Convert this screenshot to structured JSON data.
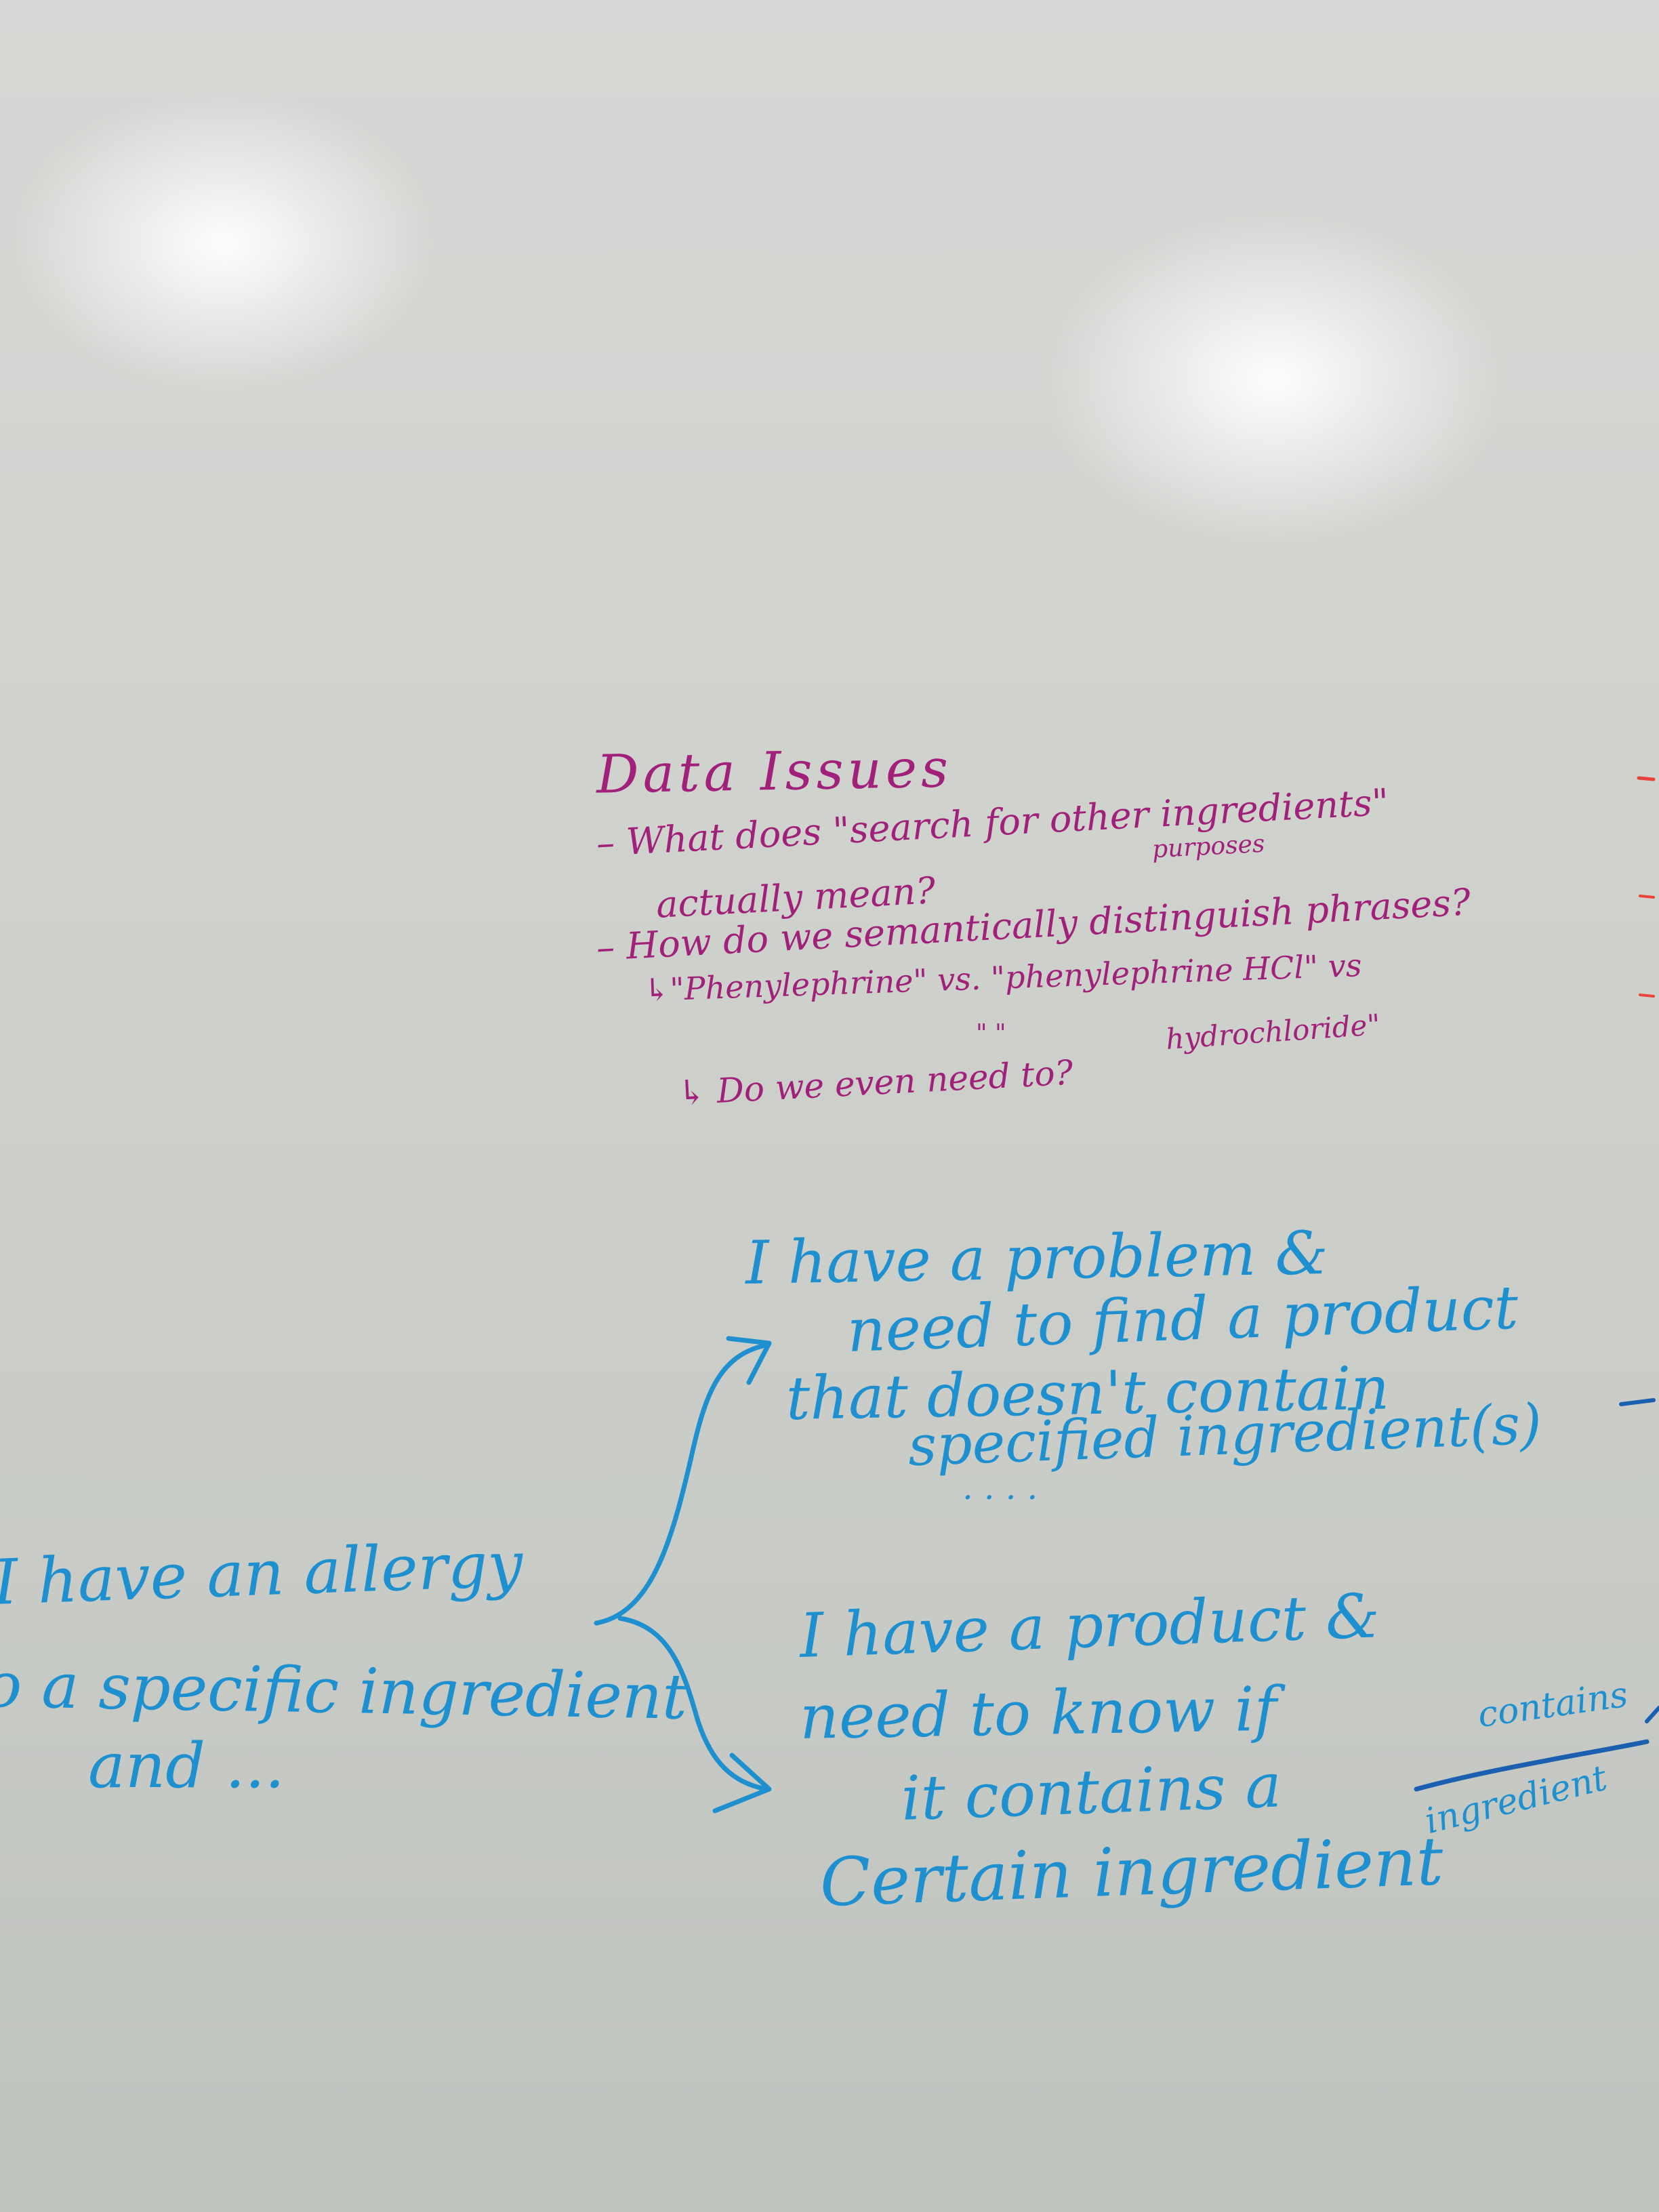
{
  "whiteboard": {
    "data_issues": {
      "title": "Data Issues",
      "line1": "– What does \"search for other ingredients\"",
      "line1_insert": "purposes",
      "line2": "actually mean?",
      "line3": "– How do we semantically distinguish phrases?",
      "line4": "↳\"Phenylephrine\" vs. \"phenylephrine HCl\" vs",
      "line5_ditto": "\"     \"",
      "line5": "hydrochloride\"",
      "line6": "↳ Do we even need to?"
    },
    "problem_branch": {
      "line1": "I have a problem  &",
      "line2": "need to find a product",
      "line3": "that doesn't contain",
      "line4": "specified ingredient(s)",
      "trailing_dots": ". . . ."
    },
    "allergy_root": {
      "line1": "I have an allergy",
      "line2": "to a specific ingredient",
      "line3": "and ..."
    },
    "product_branch": {
      "line1": "I have a product &",
      "line2": "need to know if",
      "line3": "it contains a",
      "line4": "Certain ingredient"
    },
    "side_note": {
      "top": "contains",
      "bottom": "ingredient"
    },
    "colors": {
      "board": "#cfd2ce",
      "pink_marker": "#a0207a",
      "blue_marker": "#1e8fcf",
      "red_marker": "#e8443a",
      "dark_blue_marker": "#1a5fb0"
    }
  }
}
